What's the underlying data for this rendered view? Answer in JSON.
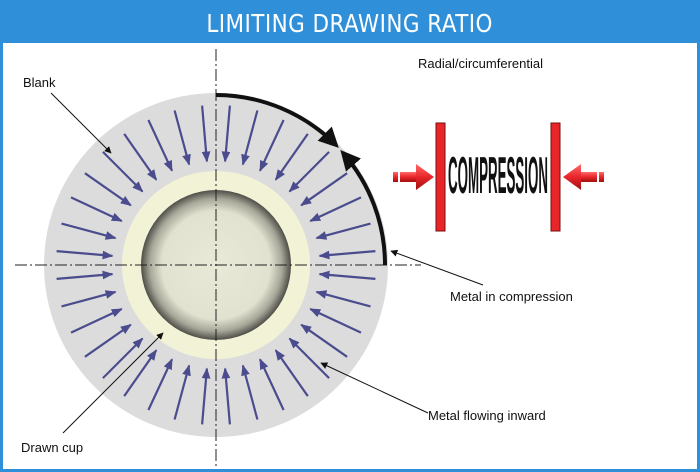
{
  "header": {
    "title": "LIMITING DRAWING RATIO"
  },
  "labels": {
    "blank": "Blank",
    "radial": "Radial/circumferential",
    "compression_word": "COMPRESSION",
    "metal_compression": "Metal in compression",
    "metal_flowing": "Metal flowing inward",
    "drawn_cup": "Drawn cup"
  },
  "colors": {
    "header": "#2f8fd8",
    "blank": "#dcdcdc",
    "cup_ring": "#f2f3d6",
    "flow_arrow": "#4a4c8e",
    "compression_red": "#e8262a"
  },
  "flow_arrows": {
    "count": 36
  }
}
